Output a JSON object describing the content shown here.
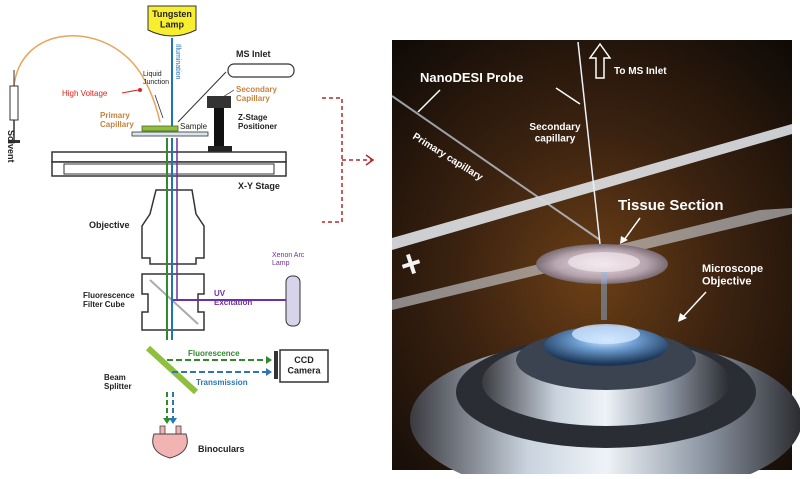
{
  "schematic": {
    "tungsten_lamp": "Tungsten\nLamp",
    "illumination": "Illumination",
    "ms_inlet": "MS Inlet",
    "liquid_junction": "Liquid\nJunction",
    "high_voltage": "High Voltage",
    "secondary_capillary": "Secondary\nCapillary",
    "primary_capillary": "Primary\nCapillary",
    "sample": "Sample",
    "z_stage": "Z-Stage\nPositioner",
    "xy_stage": "X-Y Stage",
    "solvent": "Solvent",
    "objective": "Objective",
    "xenon_lamp": "Xenon Arc\nLamp",
    "filter_cube": "Fluorescence\nFilter Cube",
    "uv_excitation": "UV\nExcitation",
    "beam_splitter": "Beam\nSplitter",
    "fluorescence": "Fluorescence",
    "transmission": "Transmission",
    "ccd_camera": "CCD\nCamera",
    "binoculars": "Binoculars"
  },
  "photo": {
    "nanodesi_probe": "NanoDESI Probe",
    "to_ms_inlet": "To MS Inlet",
    "primary_capillary": "Primary capillary",
    "secondary_capillary": "Secondary\ncapillary",
    "tissue_section": "Tissue Section",
    "microscope_objective": "Microscope\nObjective"
  },
  "colors": {
    "lamp_yellow": "#f7ee2f",
    "illumination_blue": "#1e73be",
    "high_voltage_red": "#e0231b",
    "capillary_orange": "#c9823d",
    "uv_purple": "#7030a0",
    "fluorescence_green": "#2e8b2e",
    "transmission_blue": "#2e75b6",
    "bracket_red": "#b22a2a"
  }
}
